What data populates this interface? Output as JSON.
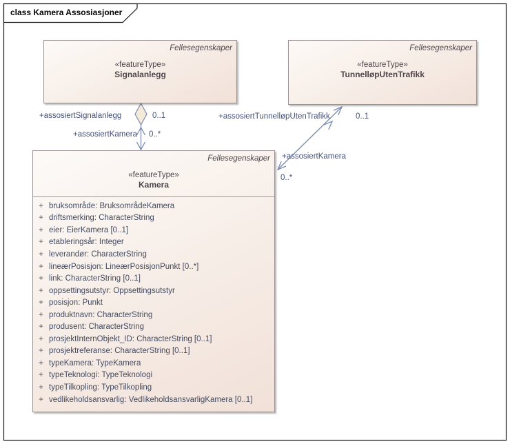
{
  "diagram": {
    "title": "class Kamera Assosiasjoner"
  },
  "classes": {
    "signalanlegg": {
      "package": "Fellesegenskaper",
      "stereotype": "«featureType»",
      "name": "Signalanlegg"
    },
    "tunnellop_uten_trafikk": {
      "package": "Fellesegenskaper",
      "stereotype": "«featureType»",
      "name": "TunnelløpUtenTrafikk"
    },
    "kamera": {
      "package": "Fellesegenskaper",
      "stereotype": "«featureType»",
      "name": "Kamera",
      "attributes": [
        {
          "visibility": "+",
          "text": "bruksområde: BruksområdeKamera"
        },
        {
          "visibility": "+",
          "text": "driftsmerking: CharacterString"
        },
        {
          "visibility": "+",
          "text": "eier: EierKamera [0..1]"
        },
        {
          "visibility": "+",
          "text": "etableringsår: Integer"
        },
        {
          "visibility": "+",
          "text": "leverandør: CharacterString"
        },
        {
          "visibility": "+",
          "text": "lineærPosisjon: LineærPosisjonPunkt [0..*]"
        },
        {
          "visibility": "+",
          "text": "link: CharacterString [0..1]"
        },
        {
          "visibility": "+",
          "text": "oppsettingsutstyr: Oppsettingsutstyr"
        },
        {
          "visibility": "+",
          "text": "posisjon: Punkt"
        },
        {
          "visibility": "+",
          "text": "produktnavn: CharacterString"
        },
        {
          "visibility": "+",
          "text": "produsent: CharacterString"
        },
        {
          "visibility": "+",
          "text": "prosjektInternObjekt_ID: CharacterString [0..1]"
        },
        {
          "visibility": "+",
          "text": "prosjektreferanse: CharacterString [0..1]"
        },
        {
          "visibility": "+",
          "text": "typeKamera: TypeKamera"
        },
        {
          "visibility": "+",
          "text": "typeTeknologi: TypeTeknologi"
        },
        {
          "visibility": "+",
          "text": "typeTilkopling: TypeTilkopling"
        },
        {
          "visibility": "+",
          "text": "vedlikeholdsansvarlig: VedlikeholdsansvarligKamera [0..1]"
        }
      ]
    }
  },
  "associations": {
    "signalanlegg_kamera": {
      "aggregation": "shared-diamond-at-signalanlegg",
      "signalanlegg_role": "+assosiertSignalanlegg",
      "signalanlegg_multiplicity": "0..1",
      "kamera_role": "+assosiertKamera",
      "kamera_multiplicity": "0..*"
    },
    "tunnellop_kamera": {
      "tunnellop_role": "+assosiertTunnelløpUtenTrafikk",
      "tunnellop_multiplicity": "0..1",
      "kamera_role": "+assosiertKamera",
      "kamera_multiplicity": "0..*"
    }
  },
  "colors": {
    "frame_border": "#1a1a1a",
    "box_fill_light": "#fdfaf7",
    "box_fill_dark": "#f1e1d8",
    "box_border": "#9e9097",
    "diamond_fill": "#f5ead9",
    "line": "#7b89ae",
    "assoc_text": "#455079",
    "attr_text": "#444b60",
    "class_text": "#4e454b"
  }
}
